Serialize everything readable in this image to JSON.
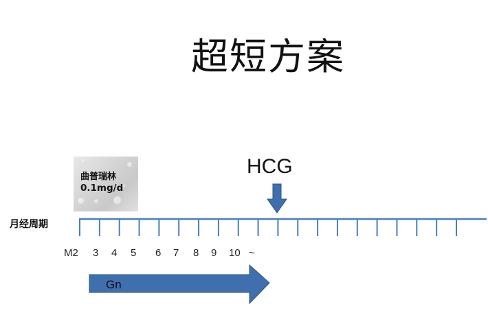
{
  "title": "超短方案",
  "drug": {
    "name": "曲普瑞林",
    "dose": "0.1mg/d"
  },
  "hcg_label": "HCG",
  "cycle_label": "月经周期",
  "day_labels": [
    "M2",
    "3",
    "4",
    "5",
    "6",
    "7",
    "8",
    "9",
    "10",
    "~"
  ],
  "gn_label": "Gn",
  "colors": {
    "timeline": "#4a7ebb",
    "arrow_fill": "#3f6fad",
    "arrow_stroke": "#2e5585",
    "text": "#111111"
  }
}
